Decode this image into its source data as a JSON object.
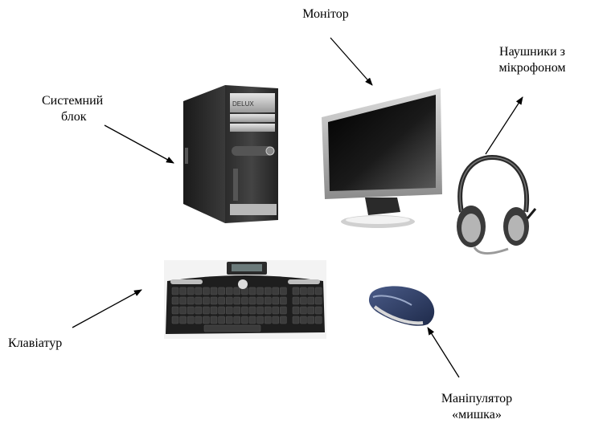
{
  "labels": {
    "monitor": "Монітор",
    "headphones_line1": "Наушники з",
    "headphones_line2": "мікрофоном",
    "system_unit_line1": "Системний",
    "system_unit_line2": "блок",
    "keyboard": "Клавіатур",
    "mouse_line1": "Маніпулятор",
    "mouse_line2": "«мишка»"
  },
  "branding": {
    "case_logo": "DELUX"
  },
  "icons": {
    "system_unit": "pc-tower-icon",
    "monitor": "lcd-monitor-icon",
    "headphones": "headset-with-microphone-icon",
    "keyboard": "keyboard-icon",
    "mouse": "computer-mouse-icon"
  }
}
